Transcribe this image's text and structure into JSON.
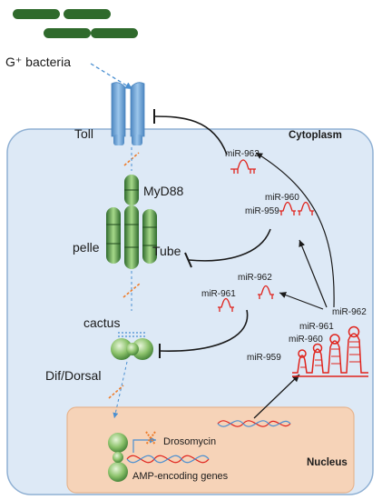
{
  "labels": {
    "bacteria": "G⁺ bacteria",
    "toll": "Toll",
    "cytoplasm": "Cytoplasm",
    "myd88": "MyD88",
    "pelle": "pelle",
    "tube": "Tube",
    "cactus": "cactus",
    "dif_dorsal": "Dif/Dorsal",
    "drosomycin": "Drosomycin",
    "amp_genes": "AMP-encoding genes",
    "nucleus": "Nucleus"
  },
  "mirna": {
    "toll_target": "miR-962",
    "tube_target_a": "miR-960",
    "tube_target_b": "miR-959",
    "cactus_target_a": "miR-962",
    "cactus_target_b": "miR-961",
    "cluster_962": "miR-962",
    "cluster_961": "miR-961",
    "cluster_960": "miR-960",
    "cluster_959": "miR-959"
  },
  "colors": {
    "cell_fill": "#dde9f6",
    "cell_stroke": "#8fb0d3",
    "nucleus_fill": "#f6d3b8",
    "nucleus_stroke": "#e7b58f",
    "bacteria": "#2f6a2c",
    "toll": "#6aa1d4",
    "protein_dark": "#2f6a2c",
    "protein_light": "#9ccf7e",
    "mirna_red": "#e0231c",
    "dashed_blue": "#4a8fd1",
    "dashed_orange": "#ee7d2c"
  }
}
